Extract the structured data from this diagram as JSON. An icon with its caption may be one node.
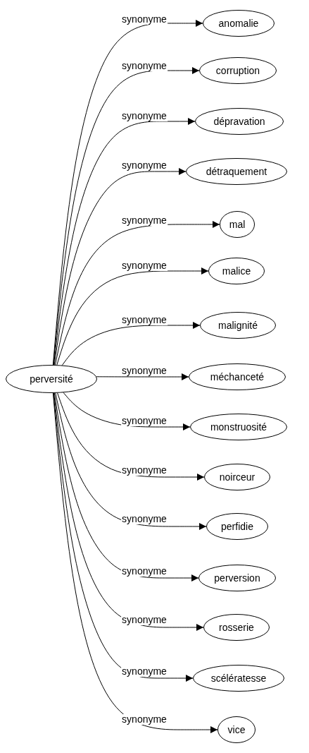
{
  "diagram": {
    "nodes": [
      {
        "text": [
          "perversité"
        ]
      },
      {
        "text": [
          "anomalie"
        ]
      },
      {
        "text": [
          "corruption"
        ]
      },
      {
        "text": [
          "dépravation"
        ]
      },
      {
        "text": [
          "détraquement"
        ]
      },
      {
        "text": [
          "mal"
        ]
      },
      {
        "text": [
          "malice"
        ]
      },
      {
        "text": [
          "malignité"
        ]
      },
      {
        "text": [
          "méchanceté"
        ]
      },
      {
        "text": [
          "monstruosité"
        ]
      },
      {
        "text": [
          "noirceur"
        ]
      },
      {
        "text": [
          "perfidie"
        ]
      },
      {
        "text": [
          "perversion"
        ]
      },
      {
        "text": [
          "rosserie"
        ]
      },
      {
        "text": [
          "scélératesse"
        ]
      },
      {
        "text": [
          "vice"
        ]
      }
    ],
    "edges": [
      {
        "from": 0,
        "to": 1,
        "arrow": "to",
        "label": "synonyme"
      },
      {
        "from": 0,
        "to": 2,
        "arrow": "to",
        "label": "synonyme"
      },
      {
        "from": 0,
        "to": 3,
        "arrow": "to",
        "label": "synonyme"
      },
      {
        "from": 0,
        "to": 4,
        "arrow": "to",
        "label": "synonyme"
      },
      {
        "from": 0,
        "to": 5,
        "arrow": "to",
        "label": "synonyme"
      },
      {
        "from": 0,
        "to": 6,
        "arrow": "to",
        "label": "synonyme"
      },
      {
        "from": 0,
        "to": 7,
        "arrow": "to",
        "label": "synonyme"
      },
      {
        "from": 0,
        "to": 8,
        "arrow": "to",
        "label": "synonyme"
      },
      {
        "from": 0,
        "to": 9,
        "arrow": "to",
        "label": "synonyme"
      },
      {
        "from": 0,
        "to": 10,
        "arrow": "to",
        "label": "synonyme"
      },
      {
        "from": 0,
        "to": 11,
        "arrow": "to",
        "label": "synonyme"
      },
      {
        "from": 0,
        "to": 12,
        "arrow": "to",
        "label": "synonyme"
      },
      {
        "from": 0,
        "to": 13,
        "arrow": "to",
        "label": "synonyme"
      },
      {
        "from": 0,
        "to": 14,
        "arrow": "to",
        "label": "synonyme"
      },
      {
        "from": 0,
        "to": 15,
        "arrow": "to",
        "label": "synonyme"
      }
    ]
  }
}
